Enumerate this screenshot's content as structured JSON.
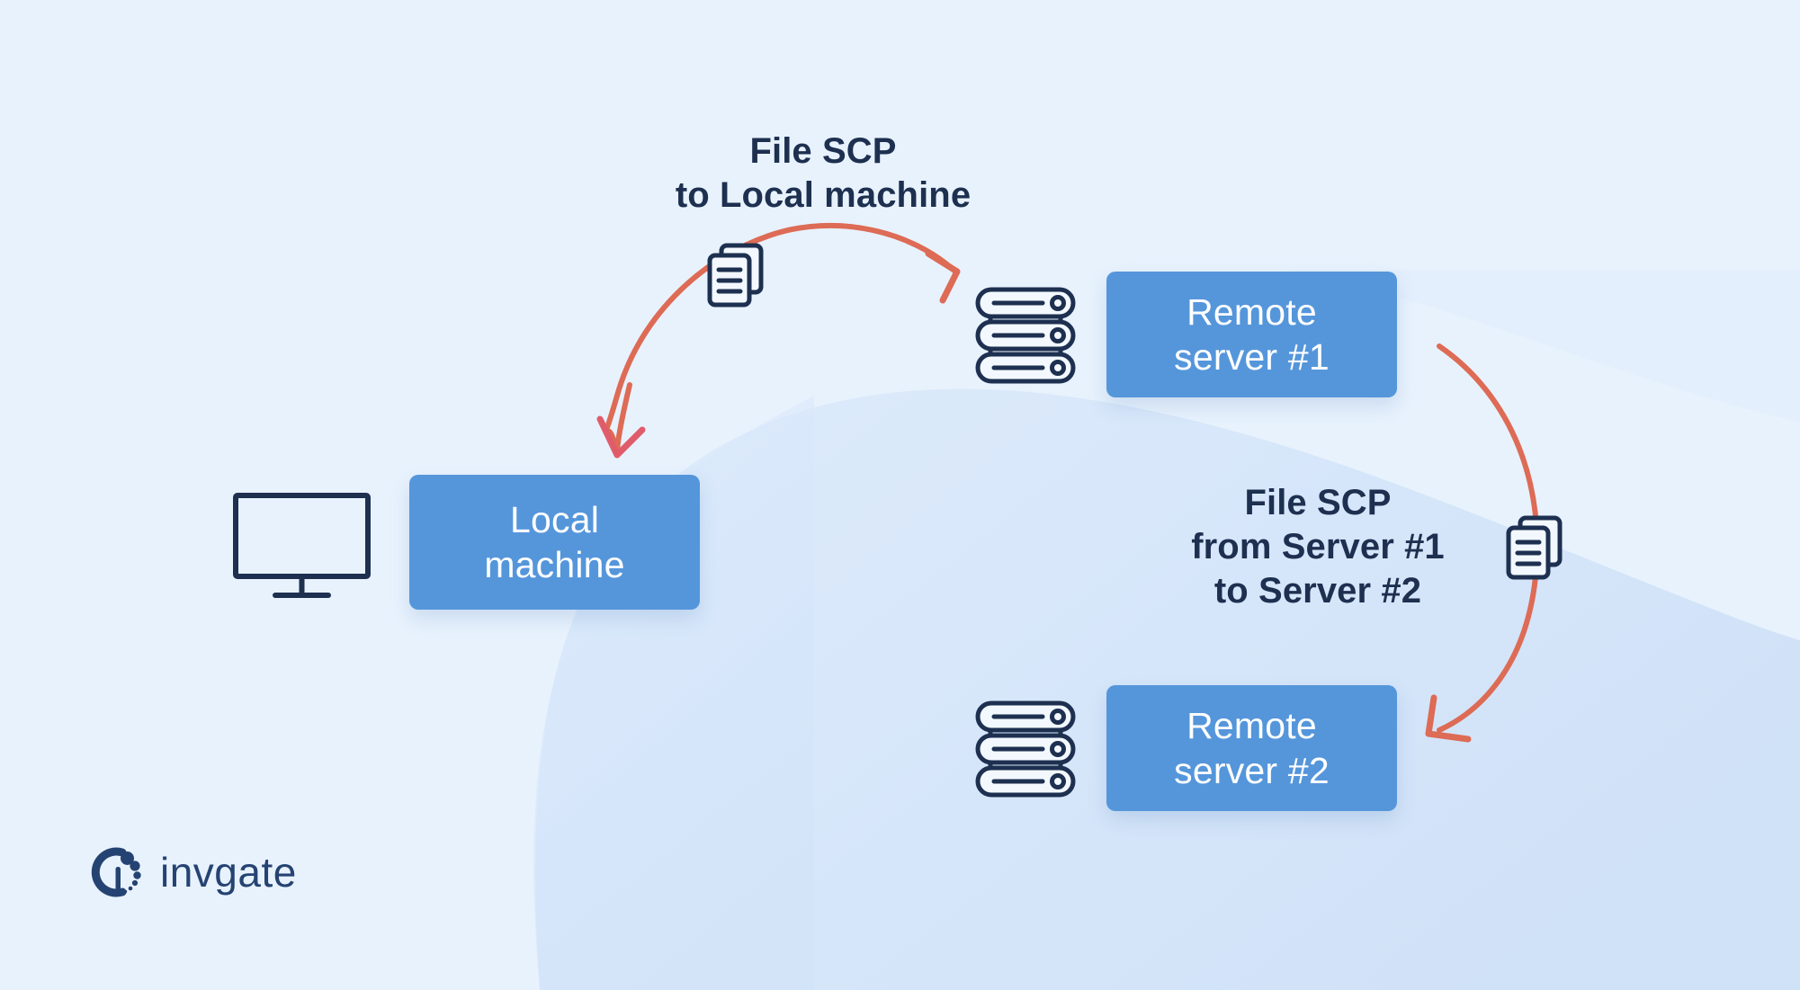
{
  "diagram": {
    "title": "SCP file transfer diagram",
    "background_color": "#E8F2FD",
    "blob_color": "#D3E4F9",
    "node_color": "#5596DB",
    "arrow_color": "#DD6B55",
    "ink_color": "#1E3050",
    "logo_color": "#254372"
  },
  "captions": [
    {
      "id": "top",
      "text": "File SCP\nto Local machine"
    },
    {
      "id": "right",
      "text": "File SCP\nfrom Server #1\nto Server #2"
    }
  ],
  "nodes": [
    {
      "id": "local",
      "label": "Local\nmachine",
      "icon": "monitor-icon"
    },
    {
      "id": "rs1",
      "label": "Remote\nserver #1",
      "icon": "server-stack-icon"
    },
    {
      "id": "rs2",
      "label": "Remote\nserver #2",
      "icon": "server-stack-icon"
    }
  ],
  "flows": [
    {
      "id": "scp-to-local",
      "from": "Remote server #1",
      "to": "Local machine",
      "payload_icon": "documents-icon",
      "caption": "File SCP\nto Local machine"
    },
    {
      "id": "scp-server1-to-server2",
      "from": "Remote server #1",
      "to": "Remote server #2",
      "payload_icon": "documents-icon",
      "caption": "File SCP\nfrom Server #1\nto Server #2"
    }
  ],
  "branding": {
    "wordmark": "invgate",
    "mark": "invgate-swirl-logo-icon"
  }
}
